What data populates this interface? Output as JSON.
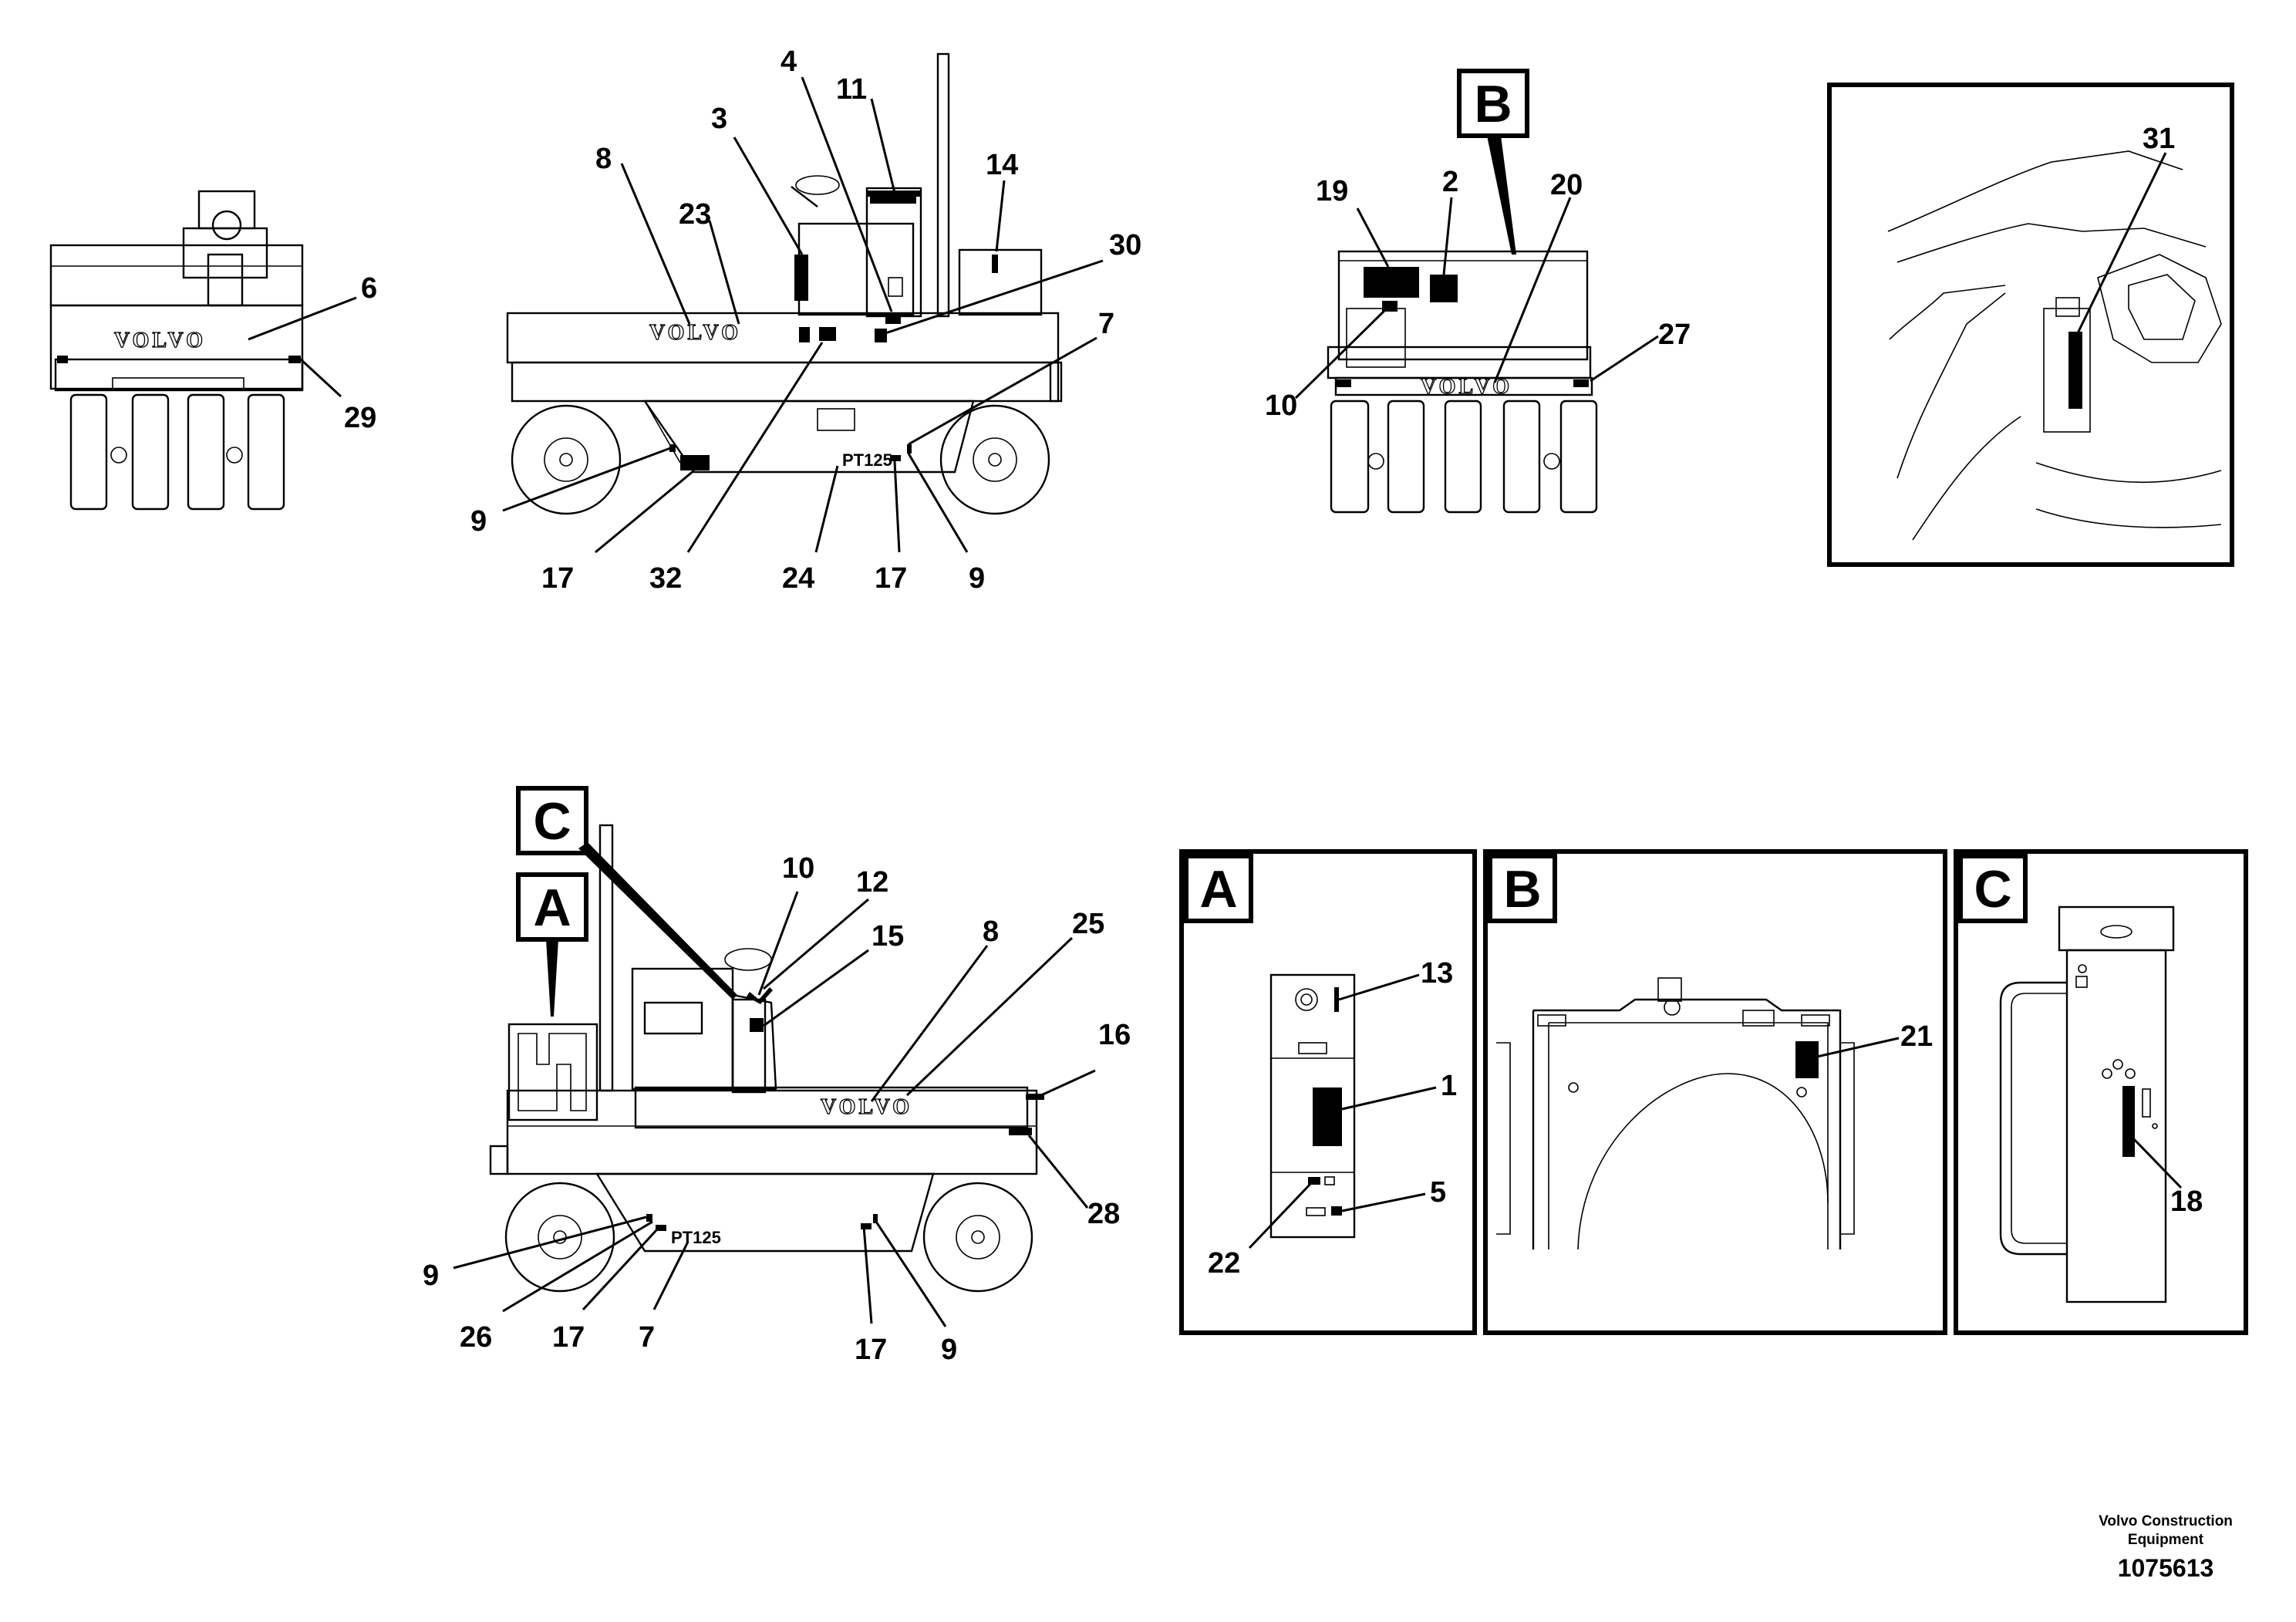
{
  "brand": {
    "logo_text": "VOLVO",
    "model_text": "PT125"
  },
  "callouts": {
    "c6": "6",
    "c29": "29",
    "c3": "3",
    "c4": "4",
    "c8a": "8",
    "c11": "11",
    "c14": "14",
    "c23": "23",
    "c30": "30",
    "c7a": "7",
    "c9a": "9",
    "c17a": "17",
    "c32": "32",
    "c24": "24",
    "c17b": "17",
    "c9b": "9",
    "c19": "19",
    "c2": "2",
    "c20": "20",
    "c10a": "10",
    "c27": "27",
    "c31": "31",
    "c10b": "10",
    "c12": "12",
    "c15": "15",
    "c8b": "8",
    "c25": "25",
    "c16": "16",
    "c28": "28",
    "c9c": "9",
    "c26": "26",
    "c17c": "17",
    "c7b": "7",
    "c17d": "17",
    "c9d": "9",
    "c13": "13",
    "c1": "1",
    "c5": "5",
    "c22": "22",
    "c21": "21",
    "c18": "18"
  },
  "detail_markers": {
    "b_top": "B",
    "c_side": "C",
    "a_side": "A"
  },
  "detail_boxes": {
    "a": "A",
    "b": "B",
    "c": "C"
  },
  "footer": {
    "company_line1": "Volvo Construction",
    "company_line2": "Equipment",
    "doc_number": "1075613"
  }
}
